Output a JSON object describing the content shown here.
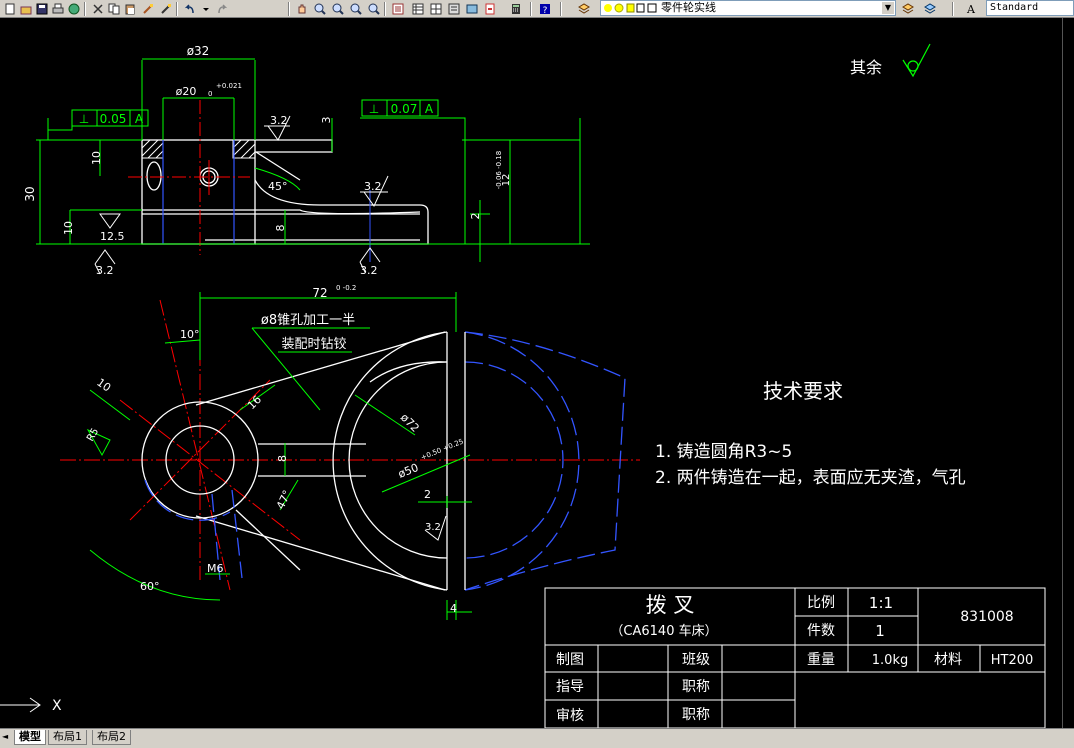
{
  "toolbar": {
    "layer_name": "零件轮实线",
    "text_style": "Standard",
    "icons": [
      "new-icon",
      "open-icon",
      "save-icon",
      "print-icon",
      "cut-icon",
      "copy-icon",
      "paste-icon",
      "match-properties-icon",
      "undo-icon",
      "redo-icon",
      "pan-icon",
      "zoom-realtime-icon",
      "zoom-window-icon",
      "zoom-previous-icon",
      "properties-icon",
      "design-center-icon",
      "tool-palettes-icon",
      "markup-icon",
      "calculator-icon",
      "help-icon",
      "layer-manager-icon",
      "layer-state-icon",
      "layer-previous-icon",
      "text-style-icon"
    ]
  },
  "colors": {
    "background": "#000000",
    "object_lines": "#ffffff",
    "dimensions": "#00ff00",
    "center_lines": "#ff0000",
    "hidden_lines": "#3355ff",
    "text": "#ffffff"
  },
  "drawing": {
    "roughness_note": "其余",
    "top_view": {
      "dim_width": "ø32",
      "dim_bore": "ø20",
      "dim_bore_tol_upper": "+0.021",
      "dim_bore_tol_lower": "0",
      "tolerance_frame_left": {
        "symbol": "⊥",
        "value": "0.05",
        "datum": "A"
      },
      "tolerance_frame_right": {
        "symbol": "⊥",
        "value": "0.07",
        "datum": "A"
      },
      "roughness_top": "3.2",
      "roughness_mid": "3.2",
      "roughness_bottom_left": "3.2",
      "roughness_bottom_mid": "3.2",
      "roughness_left": "12.5",
      "dim_30": "30",
      "dim_10_upper": "10",
      "dim_10_lower": "10",
      "dim_3": "3",
      "dim_8": "8",
      "dim_2": "2",
      "dim_12": "12",
      "dim_12_tol": "-0.06 -0.18",
      "angle_45": "45°"
    },
    "front_view": {
      "dim_72": "72",
      "dim_72_tol": "0 -0.2",
      "hole_note_1": "ø8锥孔加工一半",
      "hole_note_2": "装配时钻铰",
      "angle_10": "10°",
      "dim_10": "10",
      "dim_r5": "R5",
      "dim_16": "16",
      "dim_r72": "ø72",
      "dim_8": "8",
      "dim_47": "47°",
      "dim_50": "ø50",
      "dim_50_tol": "+0.50 +0.25",
      "dim_2": "2",
      "dim_m6": "M6",
      "angle_60": "60°",
      "roughness": "3.2",
      "dim_4": "4"
    },
    "tech_req": {
      "title": "技术要求",
      "item1": "1. 铸造圆角R3~5",
      "item2": "2. 两件铸造在一起，表面应无夹渣，气孔"
    },
    "title_block": {
      "part_name": "拨    叉",
      "machine": "（CA6140 车床）",
      "scale_label": "比例",
      "scale_value": "1:1",
      "qty_label": "件数",
      "qty_value": "1",
      "drawing_no": "831008",
      "drawn_label": "制图",
      "class_label": "班级",
      "weight_label": "重量",
      "weight_value": "1.0kg",
      "material_label": "材料",
      "material_value": "HT200",
      "guide_label": "指导",
      "title_label_1": "职称",
      "review_label": "审核",
      "title_label_2": "职称"
    },
    "ucs_label": "X"
  },
  "tabs": [
    {
      "label": "模型",
      "active": true
    },
    {
      "label": "布局1",
      "active": false
    },
    {
      "label": "布局2",
      "active": false
    }
  ]
}
